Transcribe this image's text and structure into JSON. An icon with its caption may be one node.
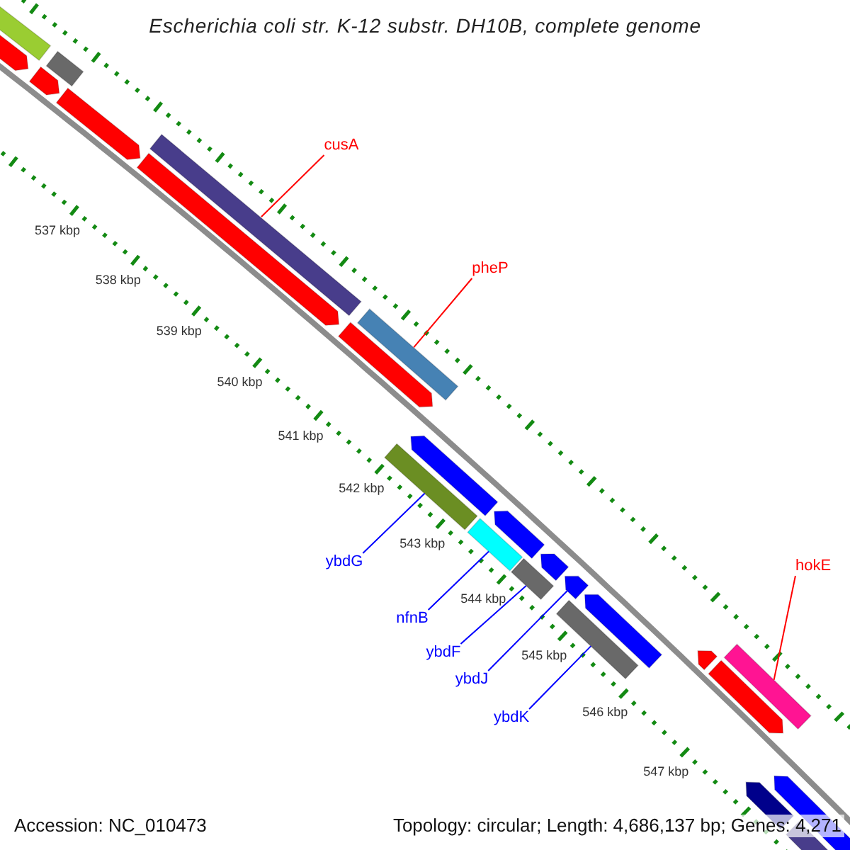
{
  "diagram": {
    "title": "Escherichia coli str. K-12 substr. DH10B, complete genome",
    "nodes": [
      {
        "text": [
          "cusA"
        ]
      },
      {
        "text": [],
        "shape": "bar"
      },
      {
        "text": [
          "pheP"
        ]
      },
      {
        "text": [],
        "shape": "bar"
      },
      {
        "text": [
          "ybdG"
        ]
      },
      {
        "text": [],
        "shape": "bar"
      },
      {
        "text": [
          "nfnB"
        ]
      },
      {
        "text": [],
        "shape": "bar"
      },
      {
        "text": [
          "ybdF"
        ]
      },
      {
        "text": [],
        "shape": "bar"
      },
      {
        "text": [
          "ybdJ"
        ]
      },
      {
        "text": [],
        "shape": "bar"
      },
      {
        "text": [
          "ybdK"
        ]
      },
      {
        "text": [],
        "shape": "bar"
      },
      {
        "text": [
          "hokE"
        ]
      },
      {
        "text": [],
        "shape": "bar"
      }
    ],
    "edges": [
      {
        "from": 0,
        "to": 1,
        "arrow": "none",
        "color": "#ff0000"
      },
      {
        "from": 2,
        "to": 3,
        "arrow": "none",
        "color": "#ff0000"
      },
      {
        "from": 4,
        "to": 5,
        "arrow": "none"
      },
      {
        "from": 6,
        "to": 7,
        "arrow": "none"
      },
      {
        "from": 8,
        "to": 9,
        "arrow": "none"
      },
      {
        "from": 10,
        "to": 11,
        "arrow": "none"
      },
      {
        "from": 12,
        "to": 13,
        "arrow": "none"
      },
      {
        "from": 14,
        "to": 15,
        "arrow": "none",
        "color": "#ff0000"
      }
    ],
    "labels": [
      "537 kbp",
      "538 kbp",
      "539 kbp",
      "540 kbp",
      "541 kbp",
      "542 kbp",
      "543 kbp",
      "544 kbp",
      "545 kbp",
      "546 kbp",
      "547 kbp",
      "Accession: NC_010473",
      "Topology: circular; Length: 4,686,137 bp; Genes: 4,271"
    ]
  }
}
